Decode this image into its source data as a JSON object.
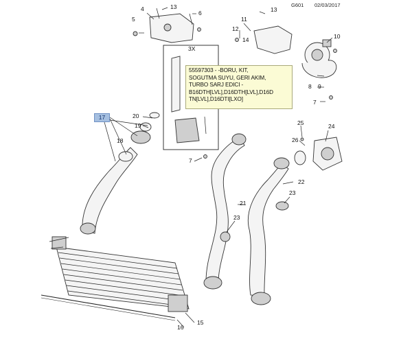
{
  "header": {
    "code": "G601",
    "date": "02/03/2017"
  },
  "tooltip": {
    "lines": [
      "55597303 - -BORU, KIT,",
      "SOGUTMA SUYU, GERI AKIM,",
      "TURBO SARJ EDICI -",
      "B16DTH[LVL],D16DTH[LVL],D16D",
      "TN[LVL],D16DTI[LXO]"
    ]
  },
  "selected_part": "17",
  "inset_label": "3X",
  "callouts": {
    "c4": "4",
    "c13": "13",
    "c6": "6",
    "c5": "5",
    "c11": "11",
    "c14": "14",
    "c10": "10",
    "c12": "12",
    "c8": "8",
    "c9": "9",
    "c7a": "7",
    "c7b": "7",
    "c20": "20",
    "c19": "19",
    "c18": "18",
    "c25": "25",
    "c26": "26",
    "c24": "24",
    "c22": "22",
    "c21": "21",
    "c23a": "23",
    "c23b": "23",
    "c15": "15",
    "c16": "16"
  }
}
